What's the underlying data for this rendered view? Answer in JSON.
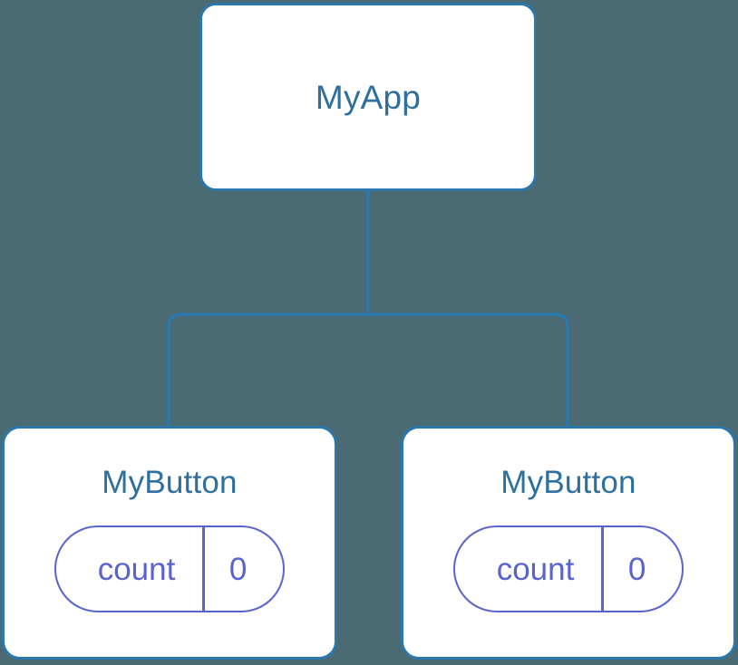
{
  "diagram": {
    "type": "component-tree",
    "background_color": "#4a6b74",
    "node_border_color": "#2a78ae",
    "node_fill_color": "#ffffff",
    "node_title_color": "#2d6f9e",
    "state_accent_color": "#5a62cc",
    "connector_color": "#2a78ae",
    "root": {
      "title": "MyApp"
    },
    "children": [
      {
        "title": "MyButton",
        "state": {
          "key": "count",
          "value": "0"
        }
      },
      {
        "title": "MyButton",
        "state": {
          "key": "count",
          "value": "0"
        }
      }
    ]
  }
}
